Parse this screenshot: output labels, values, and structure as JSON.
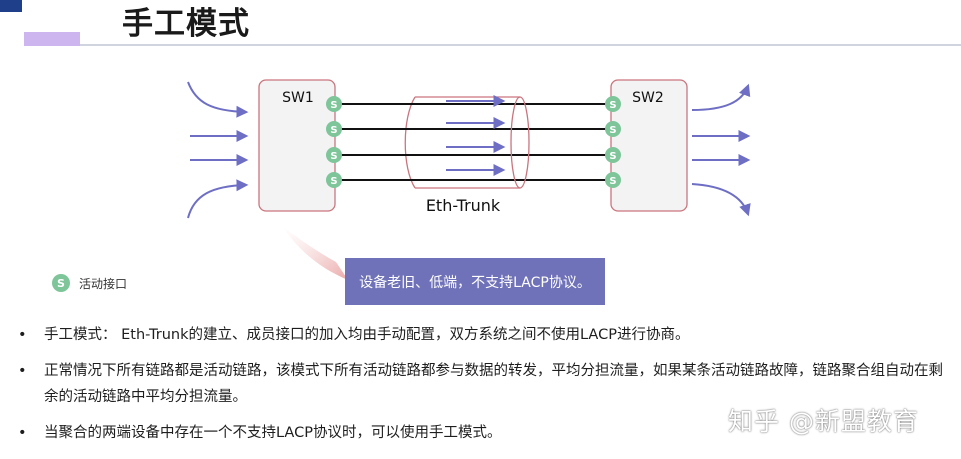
{
  "title": "手工模式",
  "diagram": {
    "switch_left": "SW1",
    "switch_right": "SW2",
    "port_badge": "S",
    "bundle_label": "Eth-Trunk",
    "link_count": 4
  },
  "legend": {
    "badge": "S",
    "label": "活动接口"
  },
  "callout": "设备老旧、低端，不支持LACP协议。",
  "bullets": [
    "手工模式： Eth-Trunk的建立、成员接口的加入均由手动配置，双方系统之间不使用LACP进行协商。",
    "正常情况下所有链路都是活动链路，该模式下所有活动链路都参与数据的转发，平均分担流量，如果某条活动链路故障，链路聚合组自动在剩余的活动链路中平均分担流量。",
    "当聚合的两端设备中存在一个不支持LACP协议时，可以使用手工模式。"
  ],
  "bullet_symbol": "•",
  "watermark": "知乎 @新盟教育",
  "colors": {
    "arrow": "#6e6fc4",
    "port": "#7ec59a",
    "switch_fill": "#f3f3f4",
    "switch_border": "#c9757e",
    "callout_bg": "#6f72b8"
  }
}
